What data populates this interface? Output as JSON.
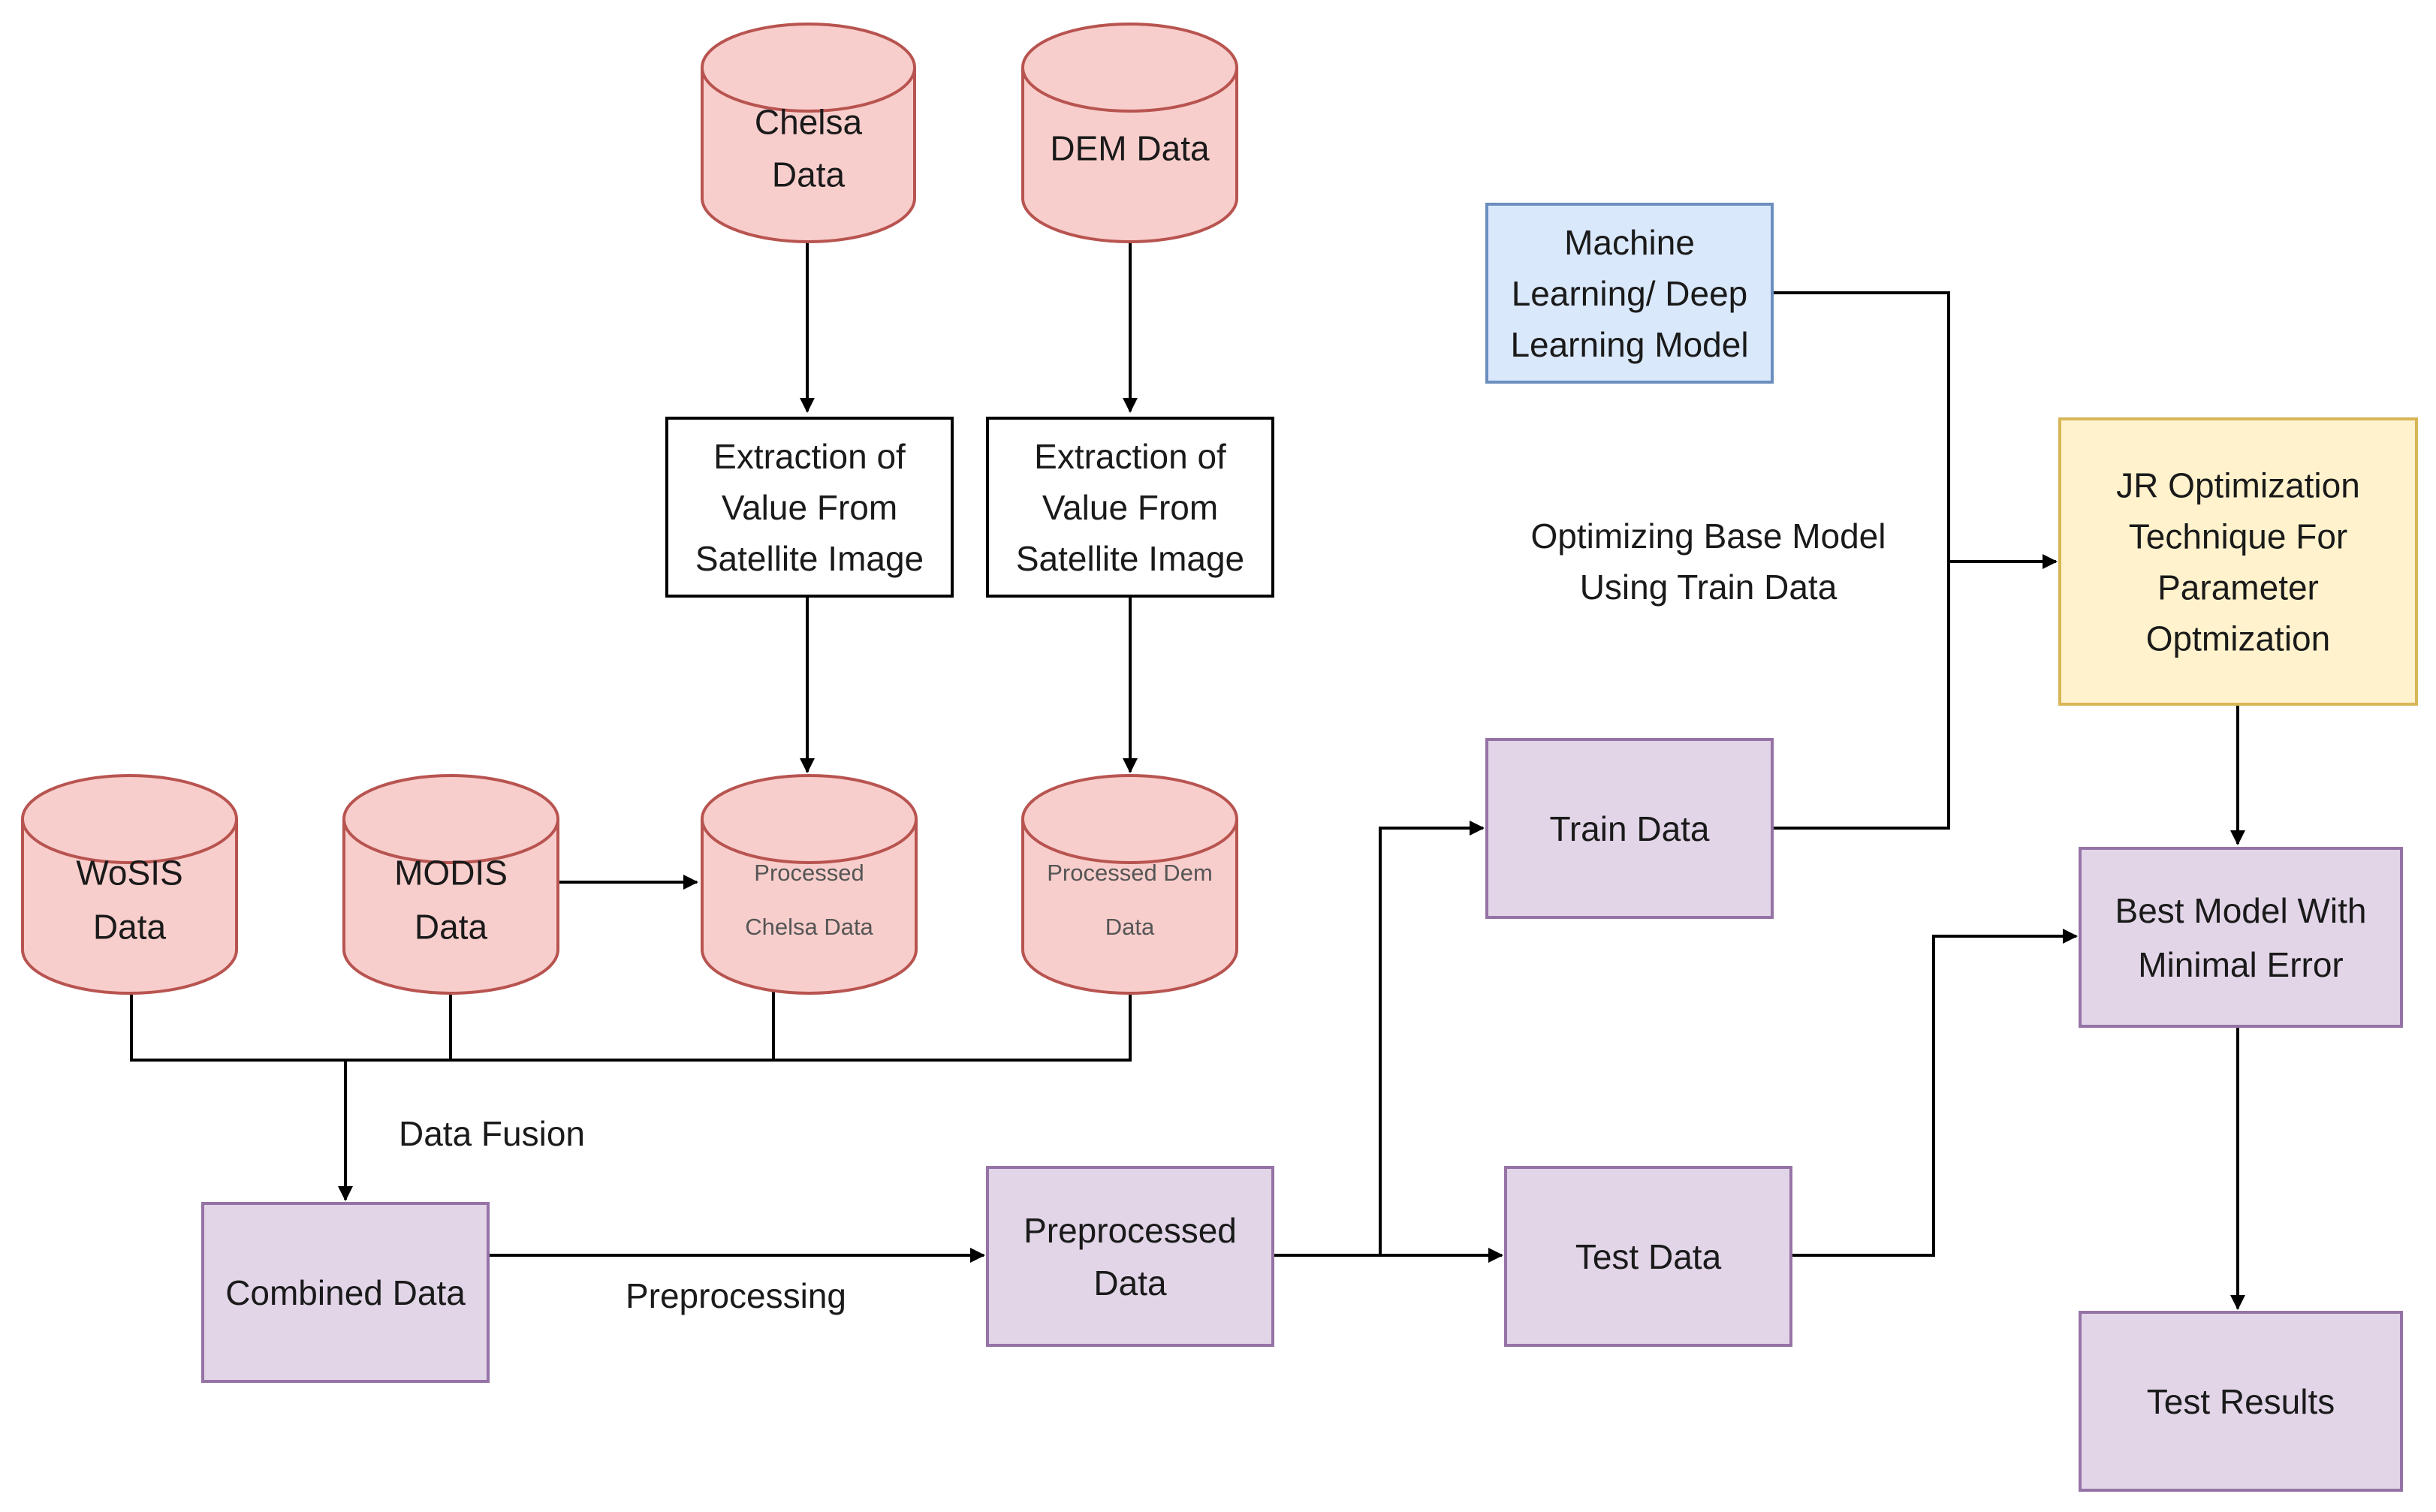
{
  "colors": {
    "cylinder_fill": "#f8cecc",
    "cylinder_stroke": "#b85450",
    "process_fill": "#e1d5e7",
    "process_stroke": "#9673a6",
    "model_fill": "#dae8fc",
    "model_stroke": "#6c8ebf",
    "optimizer_fill": "#fff2cc",
    "optimizer_stroke": "#d6b656",
    "plain_fill": "#ffffff",
    "plain_stroke": "#000000"
  },
  "nodes": {
    "chelsa_data": {
      "lines": [
        "Chelsa",
        "Data"
      ]
    },
    "dem_data": {
      "lines": [
        "DEM Data"
      ]
    },
    "extraction_chelsa": {
      "lines": [
        "Extraction of",
        "Value From",
        "Satellite Image"
      ]
    },
    "extraction_dem": {
      "lines": [
        "Extraction of",
        "Value From",
        "Satellite Image"
      ]
    },
    "wosis_data": {
      "lines": [
        "WoSIS",
        "Data"
      ]
    },
    "modis_data": {
      "lines": [
        "MODIS",
        "Data"
      ]
    },
    "processed_chelsa": {
      "lines": [
        "Processed",
        "Chelsa Data"
      ]
    },
    "processed_dem": {
      "lines": [
        "Processed Dem",
        "Data"
      ]
    },
    "combined_data": {
      "lines": [
        "Combined Data"
      ]
    },
    "preprocessed_data": {
      "lines": [
        "Preprocessed",
        "Data"
      ]
    },
    "ml_model": {
      "lines": [
        "Machine",
        "Learning/ Deep",
        "Learning Model"
      ]
    },
    "train_data": {
      "lines": [
        "Train Data"
      ]
    },
    "test_data": {
      "lines": [
        "Test Data"
      ]
    },
    "jr_optimization": {
      "lines": [
        "JR Optimization",
        "Technique For",
        "Parameter",
        "Optmization"
      ]
    },
    "best_model": {
      "lines": [
        "Best Model With",
        "Minimal Error"
      ]
    },
    "test_results": {
      "lines": [
        "Test Results"
      ]
    }
  },
  "edge_labels": {
    "data_fusion": "Data Fusion",
    "preprocessing": "Preprocessing",
    "optimizing": [
      "Optimizing Base Model",
      "Using Train Data"
    ]
  }
}
